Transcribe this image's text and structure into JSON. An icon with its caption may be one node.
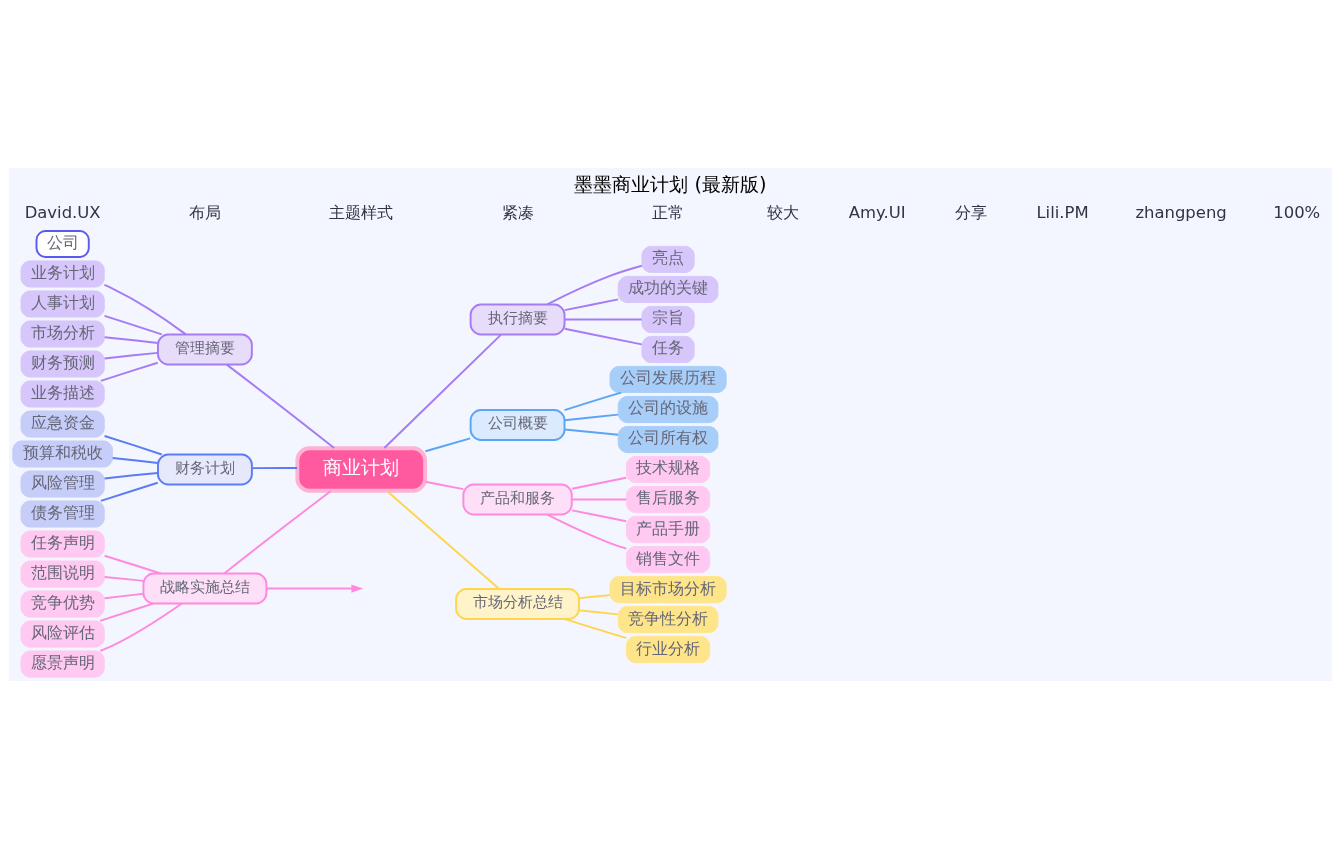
{
  "diagram": {
    "title": "墨墨商业计划 (最新版)",
    "nodes": [
      {
        "text": [
          "商业计划"
        ]
      },
      {
        "text": [
          "财务计划"
        ]
      },
      {
        "text": [
          "预算和税收"
        ]
      },
      {
        "text": [
          "风险管理"
        ]
      },
      {
        "text": [
          "债务管理"
        ]
      },
      {
        "text": [
          "应急资金"
        ]
      },
      {
        "text": [
          "战略实施总结"
        ]
      },
      {
        "text": [
          "愿景声明"
        ]
      },
      {
        "text": [
          "任务声明"
        ]
      },
      {
        "text": [
          "范围说明"
        ]
      },
      {
        "text": [
          "竞争优势"
        ]
      },
      {
        "text": [
          "风险评估"
        ]
      },
      {
        "text": [
          "管理摘要"
        ]
      },
      {
        "text": [
          "业务描述"
        ]
      },
      {
        "text": [
          "业务计划"
        ]
      },
      {
        "text": [
          "人事计划"
        ]
      },
      {
        "text": [
          "市场分析"
        ]
      },
      {
        "text": [
          "财务预测"
        ]
      },
      {
        "text": [
          "执行摘要"
        ]
      },
      {
        "text": [
          "宗旨"
        ]
      },
      {
        "text": [
          "任务"
        ]
      },
      {
        "text": [
          "亮点"
        ]
      },
      {
        "text": [
          "成功的关键"
        ]
      },
      {
        "text": [
          "公司概要"
        ]
      },
      {
        "text": [
          "公司所有权"
        ]
      },
      {
        "text": [
          "公司发展历程"
        ]
      },
      {
        "text": [
          "公司的设施"
        ]
      },
      {
        "text": [
          "公司"
        ]
      },
      {
        "text": [
          "产品和服务"
        ]
      },
      {
        "text": [
          "产品手册"
        ]
      },
      {
        "text": [
          "销售文件"
        ]
      },
      {
        "text": [
          "技术规格"
        ]
      },
      {
        "text": [
          "售后服务"
        ]
      },
      {
        "text": [
          "市场分析总结"
        ]
      },
      {
        "text": [
          "行业分析"
        ]
      },
      {
        "text": [
          "目标市场分析"
        ]
      },
      {
        "text": [
          "竞争性分析"
        ]
      }
    ],
    "edges": [
      {
        "from": 0,
        "to": 1,
        "arrow": "none",
        "color": "#5b7cf5"
      },
      {
        "from": 1,
        "to": 2,
        "arrow": "none",
        "color": "#5b7cf5"
      },
      {
        "from": 1,
        "to": 3,
        "arrow": "none",
        "color": "#5b7cf5"
      },
      {
        "from": 1,
        "to": 4,
        "arrow": "none",
        "color": "#5b7cf5"
      },
      {
        "from": 1,
        "to": 5,
        "arrow": "none",
        "color": "#5b7cf5"
      },
      {
        "from": 0,
        "to": 6,
        "arrow": "none",
        "color": "#ff88e0"
      },
      {
        "from": 6,
        "to": 7,
        "arrow": "none",
        "color": "#ff88e0"
      },
      {
        "from": 6,
        "to": 8,
        "arrow": "none",
        "color": "#ff88e0"
      },
      {
        "from": 6,
        "to": 9,
        "arrow": "none",
        "color": "#ff88e0"
      },
      {
        "from": 6,
        "to": 10,
        "arrow": "none",
        "color": "#ff88e0"
      },
      {
        "from": 6,
        "to": 11,
        "arrow": "none",
        "color": "#ff88e0"
      },
      {
        "from": 6,
        "to": null,
        "arrow": "to",
        "color": "#ff88e0"
      },
      {
        "from": 0,
        "to": 12,
        "arrow": "none",
        "color": "#a67cf5"
      },
      {
        "from": 12,
        "to": 13,
        "arrow": "none",
        "color": "#a67cf5"
      },
      {
        "from": 12,
        "to": 14,
        "arrow": "none",
        "color": "#a67cf5"
      },
      {
        "from": 12,
        "to": 15,
        "arrow": "none",
        "color": "#a67cf5"
      },
      {
        "from": 12,
        "to": 16,
        "arrow": "none",
        "color": "#a67cf5"
      },
      {
        "from": 12,
        "to": 17,
        "arrow": "none",
        "color": "#a67cf5"
      },
      {
        "from": 0,
        "to": 18,
        "arrow": "none",
        "color": "#a67cf5"
      },
      {
        "from": 18,
        "to": 19,
        "arrow": "none",
        "color": "#a67cf5"
      },
      {
        "from": 18,
        "to": 20,
        "arrow": "none",
        "color": "#a67cf5"
      },
      {
        "from": 18,
        "to": 21,
        "arrow": "none",
        "color": "#a67cf5"
      },
      {
        "from": 18,
        "to": 22,
        "arrow": "none",
        "color": "#a67cf5"
      },
      {
        "from": 0,
        "to": 23,
        "arrow": "none",
        "color": "#5aa5f5"
      },
      {
        "from": 23,
        "to": 24,
        "arrow": "none",
        "color": "#5aa5f5"
      },
      {
        "from": 23,
        "to": 25,
        "arrow": "none",
        "color": "#5aa5f5"
      },
      {
        "from": 23,
        "to": 26,
        "arrow": "none",
        "color": "#5aa5f5"
      },
      {
        "from": 0,
        "to": 28,
        "arrow": "none",
        "color": "#ff88e0"
      },
      {
        "from": 28,
        "to": 29,
        "arrow": "none",
        "color": "#ff88e0"
      },
      {
        "from": 28,
        "to": 30,
        "arrow": "none",
        "color": "#ff88e0"
      },
      {
        "from": 28,
        "to": 31,
        "arrow": "none",
        "color": "#ff88e0"
      },
      {
        "from": 28,
        "to": 32,
        "arrow": "none",
        "color": "#ff88e0"
      },
      {
        "from": 0,
        "to": 33,
        "arrow": "none",
        "color": "#ffd54f"
      },
      {
        "from": 33,
        "to": 34,
        "arrow": "none",
        "color": "#ffd54f"
      },
      {
        "from": 33,
        "to": 35,
        "arrow": "none",
        "color": "#ffd54f"
      },
      {
        "from": 33,
        "to": 36,
        "arrow": "none",
        "color": "#ffd54f"
      }
    ],
    "labels": [
      "David.UX",
      "布局",
      "主题样式",
      "紧凑",
      "正常",
      "较大",
      "Amy.UI",
      "分享",
      "Lili.PM",
      "zhangpeng",
      "100%"
    ]
  }
}
